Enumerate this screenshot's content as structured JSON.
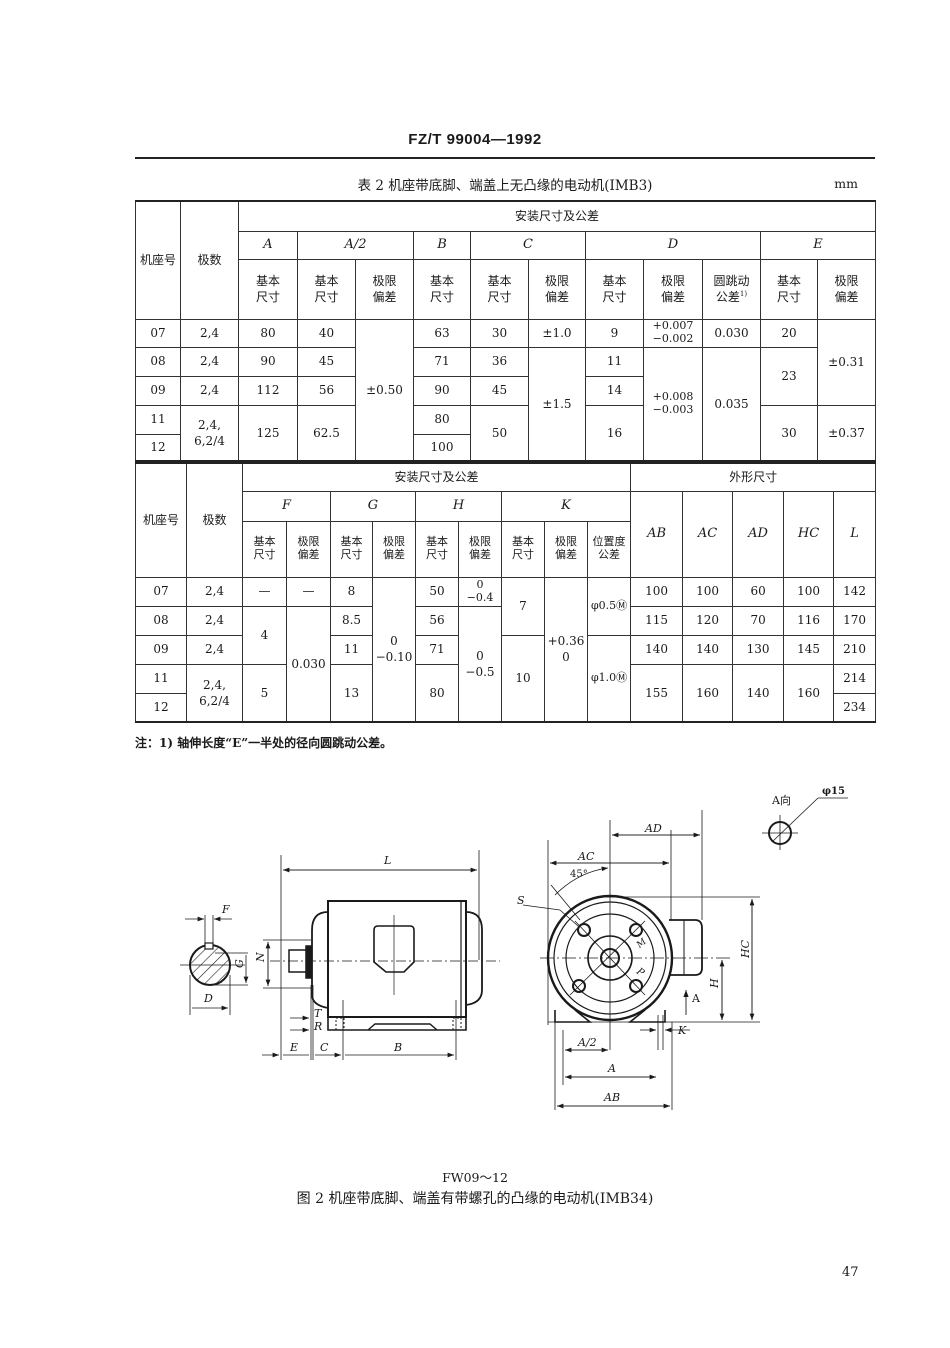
{
  "header": {
    "doc_code": "FZ/T 99004—1992"
  },
  "table2": {
    "title": "表 2   机座带底脚、端盖上无凸缘的电动机(IMB3)",
    "unit": "mm",
    "part1": {
      "col_frame": "机座号",
      "col_poles": "极数",
      "group": "安装尺寸及公差",
      "dims": [
        "A",
        "A/2",
        "B",
        "C",
        "D",
        "E"
      ],
      "sub": {
        "basic": "基本\n尺寸",
        "tol": "极限\n偏差",
        "runout": "圆跳动\n公差",
        "runout_note": "1)"
      },
      "rows": [
        {
          "frame": "07",
          "poles": "2,4",
          "A": "80",
          "A2": "40",
          "B": "63",
          "C": "30",
          "C_tol": "±1.0",
          "D": "9",
          "D_tol": "+0.007\n−0.002",
          "D_run": "0.030",
          "E": "20"
        },
        {
          "frame": "08",
          "poles": "2,4",
          "A": "90",
          "A2": "45",
          "B": "71",
          "C": "36",
          "D": "11"
        },
        {
          "frame": "09",
          "poles": "2,4",
          "A": "112",
          "A2": "56",
          "B": "90",
          "C": "45",
          "D": "14"
        },
        {
          "frame": "11",
          "poles": "2,4,\n6,2/4",
          "A": "125",
          "A2": "62.5",
          "B": "80",
          "C": "50",
          "D": "16",
          "E": "30"
        },
        {
          "frame": "12",
          "B": "100"
        }
      ],
      "merged": {
        "A2_tol": "±0.50",
        "C_tol_08_12": "±1.5",
        "D_tol_08_12": "+0.008\n−0.003",
        "D_run_08_12": "0.035",
        "E_08_09": "23",
        "E_tol_07_09": "±0.31",
        "E_tol_11_12": "±0.37"
      }
    },
    "part2": {
      "col_frame": "机座号",
      "col_poles": "极数",
      "group_install": "安装尺寸及公差",
      "group_outline": "外形尺寸",
      "dims": [
        "F",
        "G",
        "H",
        "K"
      ],
      "outline_dims": [
        "AB",
        "AC",
        "AD",
        "HC",
        "L"
      ],
      "sub": {
        "basic": "基本\n尺寸",
        "tol": "极限\n偏差",
        "pos": "位置度\n公差"
      },
      "rows": [
        {
          "frame": "07",
          "poles": "2,4",
          "F": "—",
          "F_tol": "—",
          "G": "8",
          "H": "50",
          "H_tol": "0\n−0.4",
          "AB": "100",
          "AC": "100",
          "AD": "60",
          "HC": "100",
          "L": "142"
        },
        {
          "frame": "08",
          "poles": "2,4",
          "G": "8.5",
          "H": "56",
          "AB": "115",
          "AC": "120",
          "AD": "70",
          "HC": "116",
          "L": "170"
        },
        {
          "frame": "09",
          "poles": "2,4",
          "G": "11",
          "H": "71",
          "AB": "140",
          "AC": "140",
          "AD": "130",
          "HC": "145",
          "L": "210"
        },
        {
          "frame": "11",
          "poles": "2,4,\n6,2/4",
          "F": "5",
          "G": "13",
          "H": "80",
          "AB": "155",
          "AC": "160",
          "AD": "140",
          "HC": "160",
          "L": "214"
        },
        {
          "frame": "12",
          "L": "234"
        }
      ],
      "merged": {
        "F_08_09": "4",
        "F_tol_08_12": "0.030",
        "G_tol": "0\n−0.10",
        "H_tol_08_12": "0\n−0.5",
        "K_07_08": "7",
        "K_09_12": "10",
        "K_tol": "+0.36\n0",
        "K_pos_07_08": "φ0.5Ⓜ",
        "K_pos_09_12": "φ1.0Ⓜ"
      }
    },
    "note": "注：1) 轴伸长度“E”一半处的径向圆跳动公差。"
  },
  "figure": {
    "labels": {
      "L": "L",
      "F": "F",
      "G": "G",
      "D": "D",
      "N": "N",
      "T": "T",
      "R": "R",
      "E": "E",
      "C": "C",
      "B": "B",
      "S": "S",
      "AC": "AC",
      "AD": "AD",
      "angle": "45°",
      "M": "M",
      "P": "P",
      "HC": "HC",
      "H": "H",
      "arrowA": "A",
      "K": "K",
      "A2": "A/2",
      "A": "A",
      "AB": "AB",
      "view": "A向",
      "hole": "φ15"
    },
    "subtitle": "FW09～12",
    "caption": "图 2   机座带底脚、端盖有带螺孔的凸缘的电动机(IMB34)"
  },
  "page_number": "47"
}
